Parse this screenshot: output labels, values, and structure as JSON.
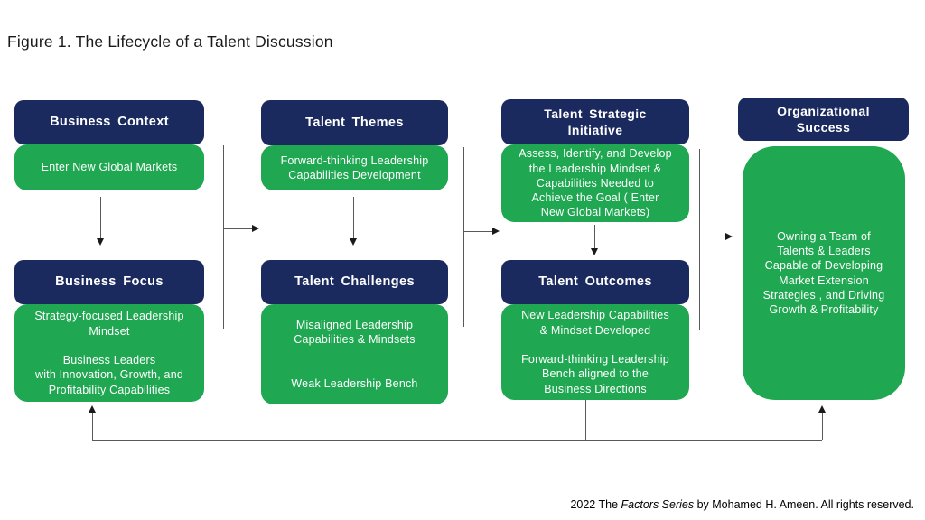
{
  "title": "Figure 1. The Lifecycle of a Talent Discussion",
  "boxes": [
    {
      "header": "Business Context",
      "body": "Enter New Global Markets"
    },
    {
      "header": "Business Focus",
      "body": "Strategy-focused Leadership\nMindset\n\nBusiness Leaders\nwith Innovation, Growth, and\nProfitability Capabilities"
    },
    {
      "header": "Talent Themes",
      "body": "Forward-thinking Leadership\nCapabilities Development"
    },
    {
      "header": "Talent Challenges",
      "body": "Misaligned Leadership\nCapabilities & Mindsets\n\n\nWeak Leadership Bench"
    },
    {
      "header": "Talent Strategic\nInitiative",
      "body": "Assess, Identify, and Develop\nthe Leadership Mindset &\nCapabilities Needed to\nAchieve the  Goal ( Enter\nNew Global Markets)"
    },
    {
      "header": "Talent Outcomes",
      "body": "New Leadership Capabilities\n& Mindset Developed\n\nForward-thinking Leadership\nBench aligned to the\nBusiness Directions"
    },
    {
      "header": "Organizational\nSuccess",
      "body": "Owning a Team of\nTalents & Leaders\nCapable of  Developing\nMarket Extension\nStrategies , and  Driving\nGrowth & Profitability"
    }
  ],
  "footer": {
    "prefix": "2022 The ",
    "italic": "Factors Series",
    "suffix": " by Mohamed H. Ameen. All rights reserved."
  },
  "colors": {
    "header_navy": "#1B2A5E",
    "body_green": "#1FA751",
    "connector_line": "#595959",
    "arrowhead": "#1a1a1a",
    "background": "#FFFFFF"
  }
}
